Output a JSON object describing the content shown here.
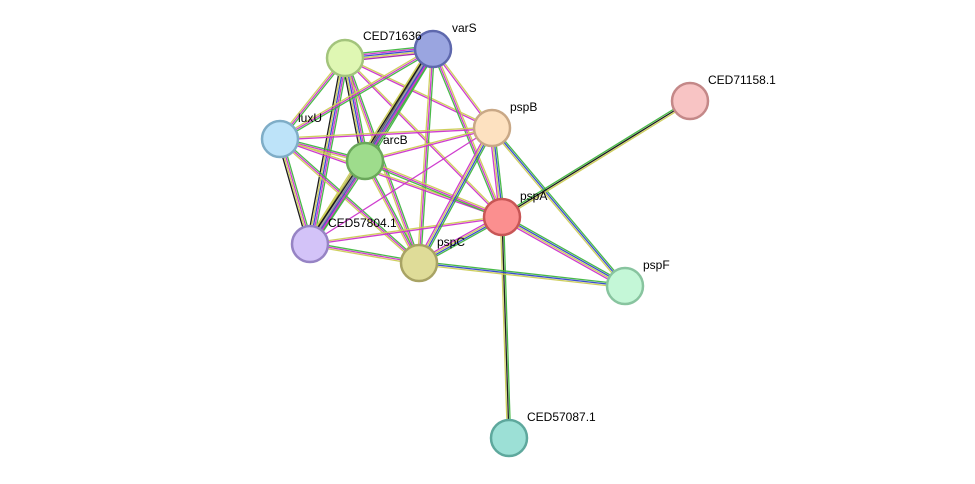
{
  "network": {
    "nodes": [
      {
        "id": "CED71636",
        "label": "CED71636",
        "fill": "#dff7b3",
        "stroke": "#a3c47c"
      },
      {
        "id": "varS",
        "label": "varS",
        "fill": "#9aa5e0",
        "stroke": "#5e68ad"
      },
      {
        "id": "luxU",
        "label": "luxU",
        "fill": "#bde3f9",
        "stroke": "#7fadc7"
      },
      {
        "id": "arcB",
        "label": "arcB",
        "fill": "#9edc8c",
        "stroke": "#6aa85a"
      },
      {
        "id": "pspB",
        "label": "pspB",
        "fill": "#fde1c0",
        "stroke": "#c9a886"
      },
      {
        "id": "CED71158.1",
        "label": "CED71158.1",
        "fill": "#f8c4c4",
        "stroke": "#c48888"
      },
      {
        "id": "pspA",
        "label": "pspA",
        "fill": "#fb8f8f",
        "stroke": "#c85656"
      },
      {
        "id": "CED57804.1",
        "label": "CED57804.1",
        "fill": "#d3c3f8",
        "stroke": "#9683c4"
      },
      {
        "id": "pspC",
        "label": "pspC",
        "fill": "#dfdc98",
        "stroke": "#a8a364"
      },
      {
        "id": "pspF",
        "label": "pspF",
        "fill": "#c4f7d7",
        "stroke": "#88c49f"
      },
      {
        "id": "CED57087.1",
        "label": "CED57087.1",
        "fill": "#9ce0d6",
        "stroke": "#5ea89d"
      }
    ],
    "edges": [
      {
        "source": "CED71636",
        "target": "varS",
        "colors": [
          "#3fb63f",
          "#cc33cc",
          "#3344cc",
          "#cccc55",
          "#aa22aa"
        ]
      },
      {
        "source": "CED71636",
        "target": "luxU",
        "colors": [
          "#3fb63f",
          "#cc33cc",
          "#cccc55"
        ]
      },
      {
        "source": "CED71636",
        "target": "arcB",
        "colors": [
          "#3fb63f",
          "#cc33cc",
          "#3344cc",
          "#cccc55",
          "#111111"
        ]
      },
      {
        "source": "CED71636",
        "target": "CED57804.1",
        "colors": [
          "#3fb63f",
          "#cc33cc",
          "#3344cc",
          "#cccc55",
          "#111111"
        ]
      },
      {
        "source": "CED71636",
        "target": "pspC",
        "colors": [
          "#3fb63f",
          "#cc33cc",
          "#cccc55"
        ]
      },
      {
        "source": "CED71636",
        "target": "pspB",
        "colors": [
          "#cccc55",
          "#cc33cc"
        ]
      },
      {
        "source": "CED71636",
        "target": "pspA",
        "colors": [
          "#cccc55",
          "#cc33cc"
        ]
      },
      {
        "source": "varS",
        "target": "luxU",
        "colors": [
          "#3fb63f",
          "#cc33cc",
          "#cccc55"
        ]
      },
      {
        "source": "varS",
        "target": "arcB",
        "colors": [
          "#3fb63f",
          "#cc33cc",
          "#3344cc",
          "#999999",
          "#111111",
          "#cccc55"
        ]
      },
      {
        "source": "varS",
        "target": "CED57804.1",
        "colors": [
          "#3fb63f",
          "#cc33cc",
          "#3344cc",
          "#999999",
          "#111111",
          "#cccc55"
        ]
      },
      {
        "source": "varS",
        "target": "pspC",
        "colors": [
          "#3fb63f",
          "#cc33cc",
          "#cccc55"
        ]
      },
      {
        "source": "varS",
        "target": "pspB",
        "colors": [
          "#cccc55",
          "#cc33cc"
        ]
      },
      {
        "source": "varS",
        "target": "pspA",
        "colors": [
          "#cccc55",
          "#cc33cc",
          "#3fb63f"
        ]
      },
      {
        "source": "luxU",
        "target": "arcB",
        "colors": [
          "#3fb63f",
          "#cc33cc",
          "#cccc55"
        ]
      },
      {
        "source": "luxU",
        "target": "CED57804.1",
        "colors": [
          "#3fb63f",
          "#cc33cc",
          "#cccc55",
          "#111111"
        ]
      },
      {
        "source": "luxU",
        "target": "pspC",
        "colors": [
          "#3fb63f",
          "#cc33cc",
          "#cccc55"
        ]
      },
      {
        "source": "luxU",
        "target": "pspB",
        "colors": [
          "#cccc55",
          "#cc33cc"
        ]
      },
      {
        "source": "luxU",
        "target": "pspA",
        "colors": [
          "#cccc55",
          "#cc33cc"
        ]
      },
      {
        "source": "arcB",
        "target": "CED57804.1",
        "colors": [
          "#3fb63f",
          "#cc33cc",
          "#3344cc",
          "#999999",
          "#111111",
          "#cccc55"
        ]
      },
      {
        "source": "arcB",
        "target": "pspC",
        "colors": [
          "#3fb63f",
          "#cc33cc",
          "#cccc55"
        ]
      },
      {
        "source": "arcB",
        "target": "pspB",
        "colors": [
          "#cccc55",
          "#cc33cc"
        ]
      },
      {
        "source": "arcB",
        "target": "pspA",
        "colors": [
          "#cccc55",
          "#cc33cc",
          "#3fb63f"
        ]
      },
      {
        "source": "CED57804.1",
        "target": "pspC",
        "colors": [
          "#3fb63f",
          "#cc33cc",
          "#cccc55"
        ]
      },
      {
        "source": "CED57804.1",
        "target": "pspA",
        "colors": [
          "#cccc55",
          "#cc33cc"
        ]
      },
      {
        "source": "CED57804.1",
        "target": "pspB",
        "colors": [
          "#cc33cc"
        ]
      },
      {
        "source": "pspB",
        "target": "pspA",
        "colors": [
          "#3fb63f",
          "#3344cc",
          "#cccc55",
          "#cc33cc"
        ]
      },
      {
        "source": "pspB",
        "target": "pspC",
        "colors": [
          "#3fb63f",
          "#3344cc",
          "#cccc55",
          "#cc33cc"
        ]
      },
      {
        "source": "pspB",
        "target": "pspF",
        "colors": [
          "#3fb63f",
          "#3344cc",
          "#cccc55"
        ]
      },
      {
        "source": "pspA",
        "target": "pspC",
        "colors": [
          "#3fb63f",
          "#3344cc",
          "#cccc55",
          "#cc33cc"
        ]
      },
      {
        "source": "pspA",
        "target": "pspF",
        "colors": [
          "#3fb63f",
          "#3344cc",
          "#cccc55",
          "#cc33cc"
        ]
      },
      {
        "source": "pspA",
        "target": "CED71158.1",
        "colors": [
          "#3fb63f",
          "#111111",
          "#cccc55"
        ]
      },
      {
        "source": "pspA",
        "target": "CED57087.1",
        "colors": [
          "#3fb63f",
          "#111111",
          "#cccc55"
        ]
      },
      {
        "source": "pspC",
        "target": "pspF",
        "colors": [
          "#3fb63f",
          "#3344cc",
          "#cccc55"
        ]
      }
    ]
  }
}
